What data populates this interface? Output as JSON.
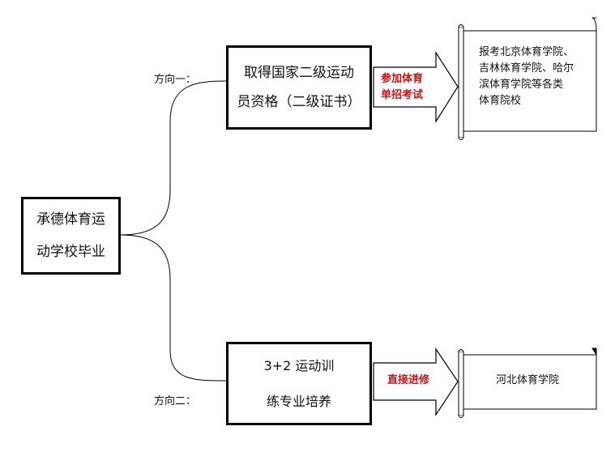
{
  "start": {
    "lines": [
      "承德体育运",
      "动学校毕业"
    ]
  },
  "direction_one": {
    "label": "方向一：",
    "box_lines": [
      "取得国家二级运动",
      "员资格（二级证书）"
    ],
    "arrow_lines": [
      "参加体育",
      "单招考试"
    ],
    "destination_lines": [
      "报考北京体育学院、",
      "吉林体育学院、哈尔",
      "滨体育学院等各类",
      "体育院校"
    ]
  },
  "direction_two": {
    "label": "方向二：",
    "box_lines": [
      "3+2 运动训",
      "练专业培养"
    ],
    "arrow_label": "直接进修",
    "destination": "河北体育学院"
  },
  "colors": {
    "line": "#000000",
    "arrow_text": "#cc1111",
    "box_fill": "#ffffff"
  }
}
